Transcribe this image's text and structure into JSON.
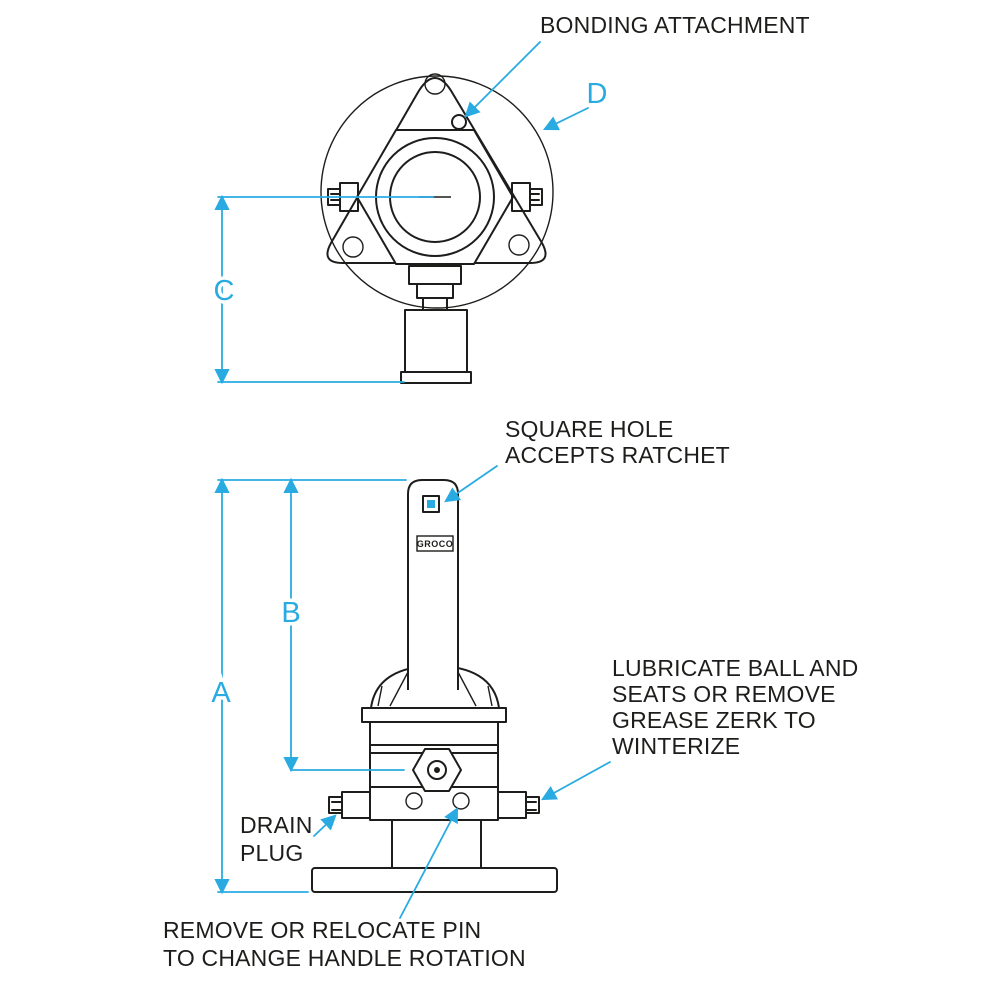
{
  "colors": {
    "ink": "#1d1d1b",
    "accent": "#29abe2",
    "bg": "#ffffff"
  },
  "dimension_labels": {
    "a": "A",
    "b": "B",
    "c": "C",
    "d": "D"
  },
  "annotations": {
    "bonding_attachment": "BONDING ATTACHMENT",
    "square_hole": [
      "SQUARE HOLE",
      "ACCEPTS RATCHET"
    ],
    "lubricate": [
      "LUBRICATE BALL AND",
      "SEATS OR REMOVE",
      "GREASE ZERK TO",
      "WINTERIZE"
    ],
    "drain_plug": [
      "DRAIN",
      "PLUG"
    ],
    "relocate_pin": [
      "REMOVE OR RELOCATE PIN",
      "TO CHANGE HANDLE ROTATION"
    ]
  },
  "brand": "GROCO"
}
